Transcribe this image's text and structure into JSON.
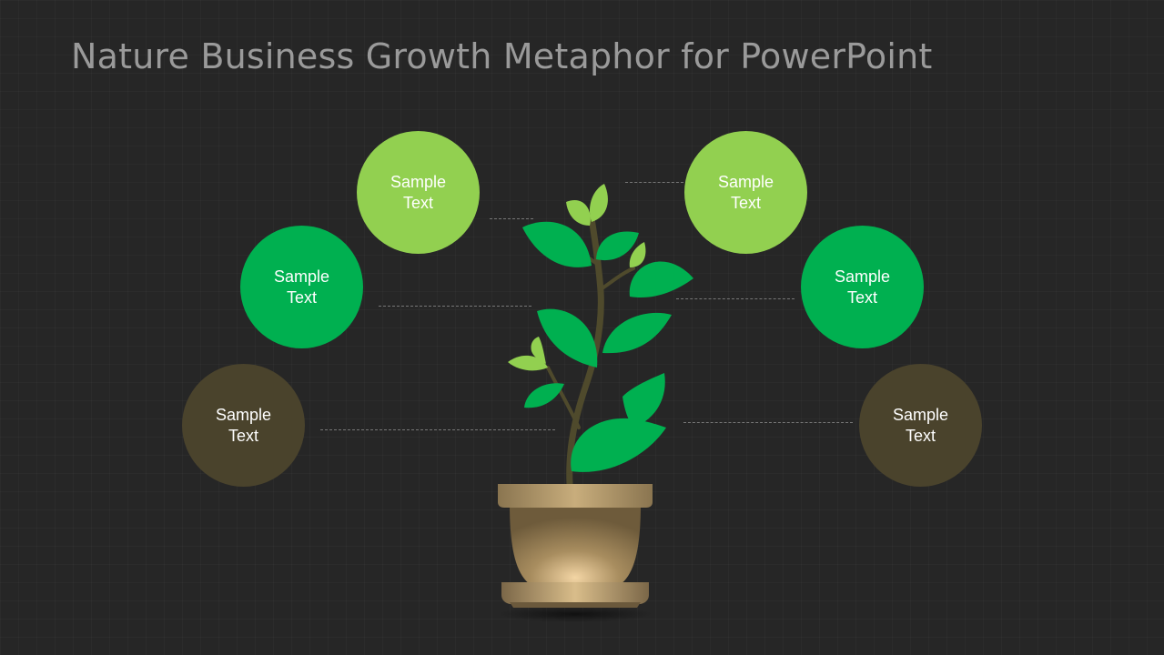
{
  "slide": {
    "title": "Nature Business Growth Metaphor for PowerPoint"
  },
  "nodes": [
    {
      "label": "Sample\nText",
      "color": "#92d050"
    },
    {
      "label": "Sample\nText",
      "color": "#00b050"
    },
    {
      "label": "Sample\nText",
      "color": "#4a432c"
    },
    {
      "label": "Sample\nText",
      "color": "#92d050"
    },
    {
      "label": "Sample\nText",
      "color": "#00b050"
    },
    {
      "label": "Sample\nText",
      "color": "#4a432c"
    }
  ],
  "colors": {
    "background": "#262626",
    "title": "#9a9a9a",
    "leaf_light": "#92d050",
    "leaf_dark": "#00b050",
    "stem": "#4f4a2c",
    "pot": "#a88d5f"
  },
  "icons": {
    "plant": "potted-plant-icon"
  }
}
